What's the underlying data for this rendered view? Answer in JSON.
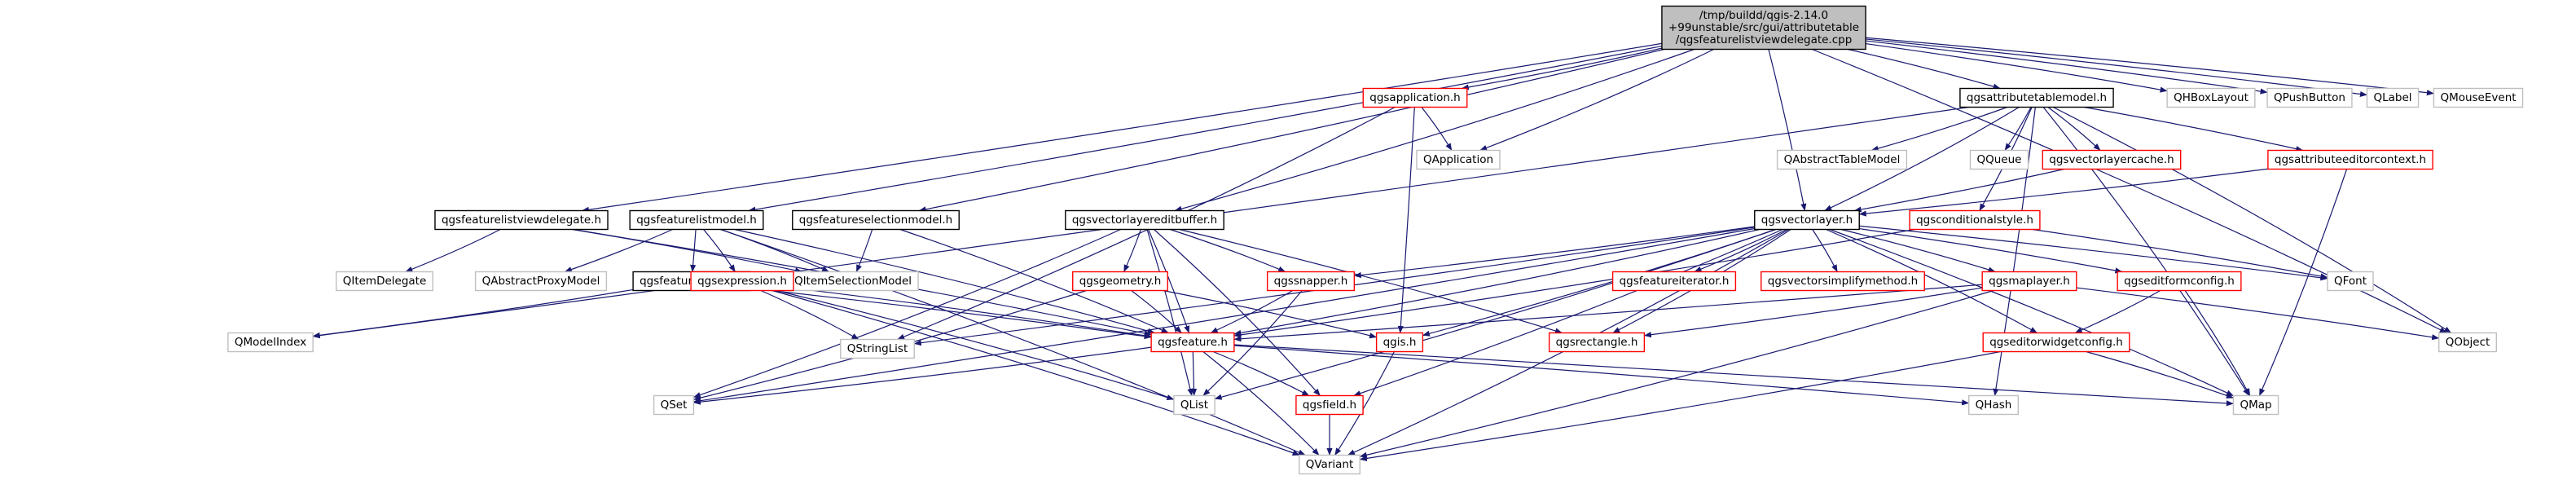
{
  "colors": {
    "edge": "#191970",
    "root_fill": "#bfbfbf",
    "root_border": "#000000",
    "documented_border": "#000000",
    "include_border": "#ff0000",
    "external_border": "#bfbfbf",
    "node_fill": "#ffffff",
    "text": "#000000"
  },
  "nodes": [
    {
      "id": "root",
      "kind": "root",
      "lines": [
        "/tmp/buildd/qgis-2.14.0",
        "+99unstable/src/gui/attributetable",
        "/qgsfeaturelistviewdelegate.cpp"
      ]
    },
    {
      "id": "qgsfeaturelistviewdelegate_h",
      "kind": "documented",
      "lines": [
        "qgsfeaturelistviewdelegate.h"
      ]
    },
    {
      "id": "qgsfeaturelistmodel_h",
      "kind": "documented",
      "lines": [
        "qgsfeaturelistmodel.h"
      ]
    },
    {
      "id": "qgsfeatureselectionmodel_h",
      "kind": "documented",
      "lines": [
        "qgsfeatureselectionmodel.h"
      ]
    },
    {
      "id": "qgsvectorlayereditbuffer_h",
      "kind": "documented",
      "lines": [
        "qgsvectorlayereditbuffer.h"
      ]
    },
    {
      "id": "qgsapplication_h",
      "kind": "include",
      "lines": [
        "qgsapplication.h"
      ]
    },
    {
      "id": "qgsattributetablemodel_h",
      "kind": "documented",
      "lines": [
        "qgsattributetablemodel.h"
      ]
    },
    {
      "id": "QHBoxLayout",
      "kind": "external",
      "lines": [
        "QHBoxLayout"
      ]
    },
    {
      "id": "QPushButton",
      "kind": "external",
      "lines": [
        "QPushButton"
      ]
    },
    {
      "id": "QLabel",
      "kind": "external",
      "lines": [
        "QLabel"
      ]
    },
    {
      "id": "QMouseEvent",
      "kind": "external",
      "lines": [
        "QMouseEvent"
      ]
    },
    {
      "id": "QApplication",
      "kind": "external",
      "lines": [
        "QApplication"
      ]
    },
    {
      "id": "QAbstractTableModel",
      "kind": "external",
      "lines": [
        "QAbstractTableModel"
      ]
    },
    {
      "id": "QQueue",
      "kind": "external",
      "lines": [
        "QQueue"
      ]
    },
    {
      "id": "qgsvectorlayercache_h",
      "kind": "include",
      "lines": [
        "qgsvectorlayercache.h"
      ]
    },
    {
      "id": "qgsattributeeditorcontext_h",
      "kind": "include",
      "lines": [
        "qgsattributeeditorcontext.h"
      ]
    },
    {
      "id": "qgsvectorlayer_h",
      "kind": "documented",
      "lines": [
        "qgsvectorlayer.h"
      ]
    },
    {
      "id": "qgsconditionalstyle_h",
      "kind": "include",
      "lines": [
        "qgsconditionalstyle.h"
      ]
    },
    {
      "id": "QItemDelegate",
      "kind": "external",
      "lines": [
        "QItemDelegate"
      ]
    },
    {
      "id": "QAbstractProxyModel",
      "kind": "external",
      "lines": [
        "QAbstractProxyModel"
      ]
    },
    {
      "id": "qgsfeaturemodel_h",
      "kind": "documented",
      "lines": [
        "qgsfeaturemodel.h"
      ]
    },
    {
      "id": "QItemSelectionModel",
      "kind": "external",
      "lines": [
        "QItemSelectionModel"
      ]
    },
    {
      "id": "qgsexpression_h",
      "kind": "include",
      "lines": [
        "qgsexpression.h"
      ]
    },
    {
      "id": "qgsgeometry_h",
      "kind": "include",
      "lines": [
        "qgsgeometry.h"
      ]
    },
    {
      "id": "qgssnapper_h",
      "kind": "include",
      "lines": [
        "qgssnapper.h"
      ]
    },
    {
      "id": "qgsfeatureiterator_h",
      "kind": "include",
      "lines": [
        "qgsfeatureiterator.h"
      ]
    },
    {
      "id": "qgsvectorsimplifymethod_h",
      "kind": "include",
      "lines": [
        "qgsvectorsimplifymethod.h"
      ]
    },
    {
      "id": "qgsmaplayer_h",
      "kind": "include",
      "lines": [
        "qgsmaplayer.h"
      ]
    },
    {
      "id": "qgseditformconfig_h",
      "kind": "include",
      "lines": [
        "qgseditformconfig.h"
      ]
    },
    {
      "id": "QFont",
      "kind": "external",
      "lines": [
        "QFont"
      ]
    },
    {
      "id": "QModelIndex",
      "kind": "external",
      "lines": [
        "QModelIndex"
      ]
    },
    {
      "id": "QStringList",
      "kind": "external",
      "lines": [
        "QStringList"
      ]
    },
    {
      "id": "qgsfeature_h",
      "kind": "include",
      "lines": [
        "qgsfeature.h"
      ]
    },
    {
      "id": "qgis_h",
      "kind": "include",
      "lines": [
        "qgis.h"
      ]
    },
    {
      "id": "qgsrectangle_h",
      "kind": "include",
      "lines": [
        "qgsrectangle.h"
      ]
    },
    {
      "id": "qgseditorwidgetconfig_h",
      "kind": "include",
      "lines": [
        "qgseditorwidgetconfig.h"
      ]
    },
    {
      "id": "QObject",
      "kind": "external",
      "lines": [
        "QObject"
      ]
    },
    {
      "id": "QSet",
      "kind": "external",
      "lines": [
        "QSet"
      ]
    },
    {
      "id": "QList",
      "kind": "external",
      "lines": [
        "QList"
      ]
    },
    {
      "id": "qgsfield_h",
      "kind": "include",
      "lines": [
        "qgsfield.h"
      ]
    },
    {
      "id": "QHash",
      "kind": "external",
      "lines": [
        "QHash"
      ]
    },
    {
      "id": "QMap",
      "kind": "external",
      "lines": [
        "QMap"
      ]
    },
    {
      "id": "QVariant",
      "kind": "external",
      "lines": [
        "QVariant"
      ]
    }
  ],
  "edges": [
    [
      "root",
      "qgsfeaturelistviewdelegate_h"
    ],
    [
      "root",
      "qgsfeaturelistmodel_h"
    ],
    [
      "root",
      "qgsfeatureselectionmodel_h"
    ],
    [
      "root",
      "qgsvectorlayereditbuffer_h"
    ],
    [
      "root",
      "qgsapplication_h"
    ],
    [
      "root",
      "QApplication"
    ],
    [
      "root",
      "qgsvectorlayer_h"
    ],
    [
      "root",
      "qgsattributetablemodel_h"
    ],
    [
      "root",
      "QHBoxLayout"
    ],
    [
      "root",
      "QPushButton"
    ],
    [
      "root",
      "QLabel"
    ],
    [
      "root",
      "QMouseEvent"
    ],
    [
      "root",
      "QObject"
    ],
    [
      "qgsapplication_h",
      "QApplication"
    ],
    [
      "qgsapplication_h",
      "qgis_h"
    ],
    [
      "qgsapplication_h",
      "QStringList"
    ],
    [
      "qgsfeaturelistviewdelegate_h",
      "QItemDelegate"
    ],
    [
      "qgsfeaturelistviewdelegate_h",
      "QItemSelectionModel"
    ],
    [
      "qgsfeaturelistviewdelegate_h",
      "qgsfeature_h"
    ],
    [
      "qgsfeaturelistmodel_h",
      "QAbstractProxyModel"
    ],
    [
      "qgsfeaturelistmodel_h",
      "qgsfeaturemodel_h"
    ],
    [
      "qgsfeaturelistmodel_h",
      "QItemSelectionModel"
    ],
    [
      "qgsfeaturelistmodel_h",
      "qgsexpression_h"
    ],
    [
      "qgsfeaturelistmodel_h",
      "qgsfeature_h"
    ],
    [
      "qgsfeaturelistmodel_h",
      "QVariant"
    ],
    [
      "qgsfeatureselectionmodel_h",
      "QItemSelectionModel"
    ],
    [
      "qgsfeatureselectionmodel_h",
      "qgsfeature_h"
    ],
    [
      "qgsvectorlayereditbuffer_h",
      "qgsgeometry_h"
    ],
    [
      "qgsvectorlayereditbuffer_h",
      "qgssnapper_h"
    ],
    [
      "qgsvectorlayereditbuffer_h",
      "qgsfeature_h"
    ],
    [
      "qgsvectorlayereditbuffer_h",
      "qgsfield_h"
    ],
    [
      "qgsvectorlayereditbuffer_h",
      "qgsrectangle_h"
    ],
    [
      "qgsvectorlayereditbuffer_h",
      "QList"
    ],
    [
      "qgsvectorlayereditbuffer_h",
      "QSet"
    ],
    [
      "qgsattributetablemodel_h",
      "QAbstractTableModel"
    ],
    [
      "qgsattributetablemodel_h",
      "QQueue"
    ],
    [
      "qgsattributetablemodel_h",
      "qgsvectorlayercache_h"
    ],
    [
      "qgsattributetablemodel_h",
      "qgsattributeeditorcontext_h"
    ],
    [
      "qgsattributetablemodel_h",
      "qgsvectorlayer_h"
    ],
    [
      "qgsattributetablemodel_h",
      "qgsconditionalstyle_h"
    ],
    [
      "qgsattributetablemodel_h",
      "QModelIndex"
    ],
    [
      "qgsattributetablemodel_h",
      "QHash"
    ],
    [
      "qgsattributetablemodel_h",
      "QObject"
    ],
    [
      "qgsattributetablemodel_h",
      "QMap"
    ],
    [
      "qgsvectorlayercache_h",
      "qgsvectorlayer_h"
    ],
    [
      "qgsattributeeditorcontext_h",
      "qgsvectorlayer_h"
    ],
    [
      "qgsattributeeditorcontext_h",
      "QMap"
    ],
    [
      "qgsconditionalstyle_h",
      "QFont"
    ],
    [
      "qgsconditionalstyle_h",
      "qgsfeature_h"
    ],
    [
      "qgsvectorlayer_h",
      "QSet"
    ],
    [
      "qgsvectorlayer_h",
      "QStringList"
    ],
    [
      "qgsvectorlayer_h",
      "qgssnapper_h"
    ],
    [
      "qgsvectorlayer_h",
      "qgsfeature_h"
    ],
    [
      "qgsvectorlayer_h",
      "qgsfeatureiterator_h"
    ],
    [
      "qgsvectorlayer_h",
      "qgsvectorsimplifymethod_h"
    ],
    [
      "qgsvectorlayer_h",
      "qgsmaplayer_h"
    ],
    [
      "qgsvectorlayer_h",
      "qgseditformconfig_h"
    ],
    [
      "qgsvectorlayer_h",
      "qgseditorwidgetconfig_h"
    ],
    [
      "qgsvectorlayer_h",
      "QFont"
    ],
    [
      "qgsvectorlayer_h",
      "QMap"
    ],
    [
      "qgsvectorlayer_h",
      "QList"
    ],
    [
      "qgsvectorlayer_h",
      "qgis_h"
    ],
    [
      "qgsvectorlayer_h",
      "qgsfield_h"
    ],
    [
      "qgsvectorlayer_h",
      "qgsrectangle_h"
    ],
    [
      "qgsvectorlayer_h",
      "QVariant"
    ],
    [
      "qgsfeaturemodel_h",
      "QModelIndex"
    ],
    [
      "qgsfeaturemodel_h",
      "qgsfeature_h"
    ],
    [
      "qgsexpression_h",
      "QStringList"
    ],
    [
      "qgsexpression_h",
      "qgsfeature_h"
    ],
    [
      "qgsexpression_h",
      "QList"
    ],
    [
      "qgsexpression_h",
      "QVariant"
    ],
    [
      "qgsgeometry_h",
      "qgsfeature_h"
    ],
    [
      "qgsgeometry_h",
      "qgis_h"
    ],
    [
      "qgsgeometry_h",
      "QSet"
    ],
    [
      "qgssnapper_h",
      "qgsfeature_h"
    ],
    [
      "qgssnapper_h",
      "QList"
    ],
    [
      "qgsmaplayer_h",
      "qgsfeature_h"
    ],
    [
      "qgsmaplayer_h",
      "qgsrectangle_h"
    ],
    [
      "qgsmaplayer_h",
      "QObject"
    ],
    [
      "qgsmaplayer_h",
      "QVariant"
    ],
    [
      "qgseditformconfig_h",
      "qgseditorwidgetconfig_h"
    ],
    [
      "qgseditformconfig_h",
      "QMap"
    ],
    [
      "qgseditorwidgetconfig_h",
      "QMap"
    ],
    [
      "qgseditorwidgetconfig_h",
      "QVariant"
    ],
    [
      "qgsfeature_h",
      "QSet"
    ],
    [
      "qgsfeature_h",
      "QList"
    ],
    [
      "qgsfeature_h",
      "qgsfield_h"
    ],
    [
      "qgsfeature_h",
      "QHash"
    ],
    [
      "qgsfeature_h",
      "QMap"
    ],
    [
      "qgsfeature_h",
      "QVariant"
    ],
    [
      "qgsfield_h",
      "QVariant"
    ],
    [
      "qgis_h",
      "QVariant"
    ]
  ]
}
